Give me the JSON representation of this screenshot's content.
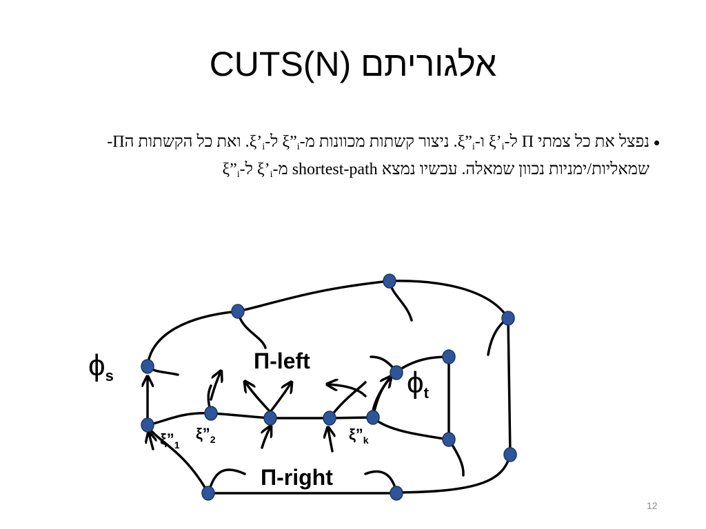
{
  "slide": {
    "title": "אלגוריתם CUTS(N)",
    "bullet": {
      "seg1": "נפצל את כל צמתי Π ל-",
      "xi1": "ξ’",
      "i1": "i",
      "seg2": " ו-",
      "xi2": "ξ”",
      "i2": "i",
      "seg3": ". ניצור קשתות מכוונות מ-",
      "xi3": "ξ”",
      "i3": "i",
      "seg4": " ל-",
      "xi4": "ξ’",
      "i4": "i",
      "seg5": ". ואת כל הקשתות הΠ-שמאליות/ימניות נכוון שמאלה. עכשיו נמצא ",
      "latin": "shortest-path",
      "seg6": " מ-",
      "xi5": "ξ’",
      "i5": "i",
      "seg7": " ל-",
      "xi6": "ξ”",
      "i6": "i"
    },
    "page_number": "12"
  },
  "diagram": {
    "labels": {
      "phi_s": "ϕ",
      "phi_s_sub": "s",
      "phi_t": "ϕ",
      "phi_t_sub": "t",
      "pi_left": "Π-left",
      "pi_right": "Π-right",
      "xi_1": "ξ”",
      "xi_1_sub": "1",
      "xi_2": "ξ”",
      "xi_2_sub": "2",
      "xi_k": "ξ”",
      "xi_k_sub": "k"
    },
    "colors": {
      "node_fill": "#2e5597",
      "node_stroke": "#1a3566",
      "line": "#000000"
    }
  }
}
